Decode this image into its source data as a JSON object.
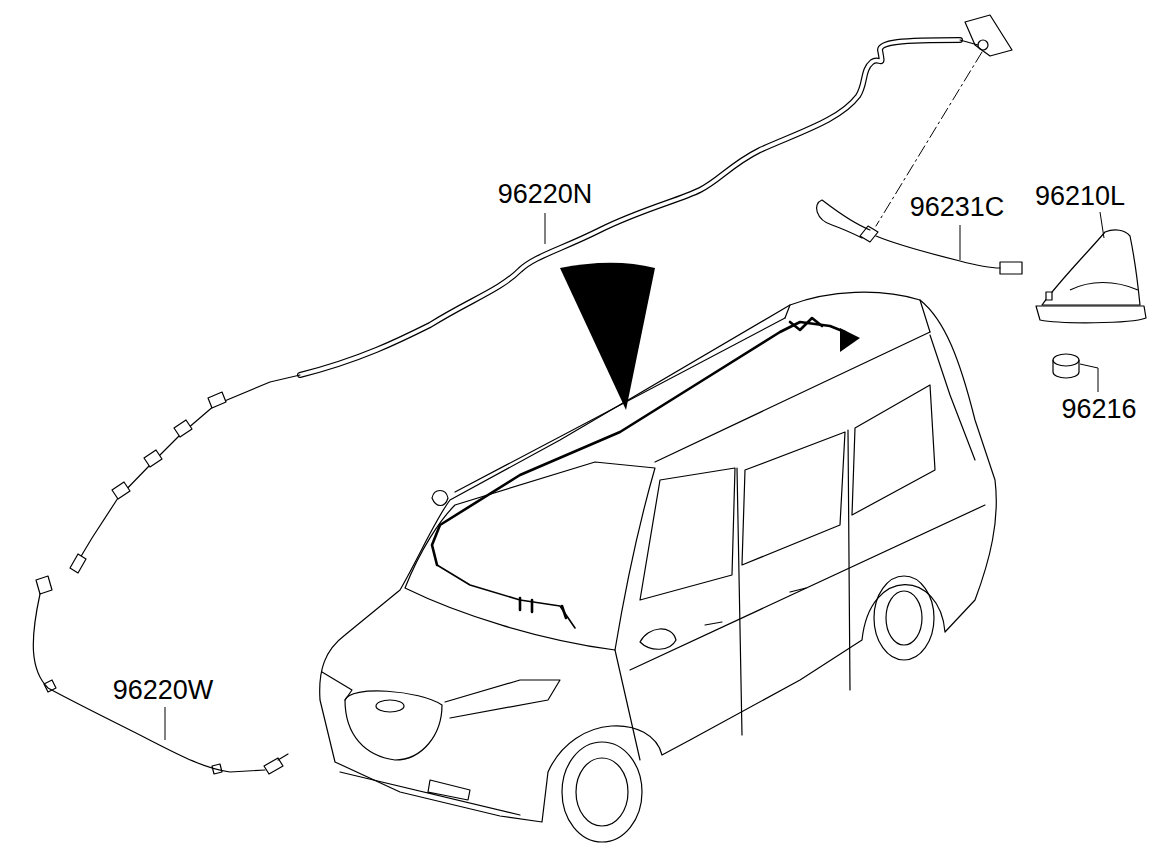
{
  "diagram": {
    "labels": [
      "96220N",
      "96231C",
      "96210L",
      "96216",
      "96220W"
    ]
  }
}
